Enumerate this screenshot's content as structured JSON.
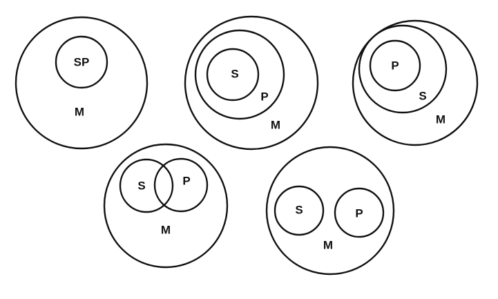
{
  "diagrams": [
    {
      "outer": "M",
      "inner": [
        "SP"
      ]
    },
    {
      "outer": "M",
      "inner": [
        "P",
        "S"
      ]
    },
    {
      "outer": "M",
      "inner": [
        "S",
        "P"
      ]
    },
    {
      "outer": "M",
      "inner": [
        "S",
        "P"
      ]
    },
    {
      "outer": "M",
      "inner": [
        "S",
        "P"
      ]
    }
  ],
  "colors": {
    "stroke": "#111111",
    "background": "#ffffff"
  }
}
